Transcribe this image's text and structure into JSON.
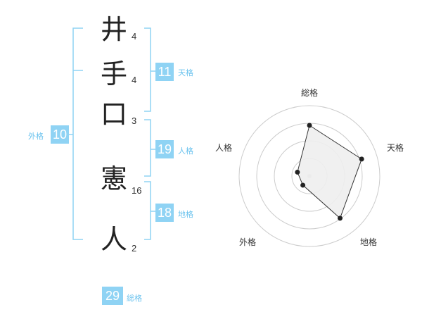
{
  "name_chars": [
    {
      "char": "井",
      "strokes": "4"
    },
    {
      "char": "手",
      "strokes": "4"
    },
    {
      "char": "口",
      "strokes": "3"
    },
    {
      "char": "憲",
      "strokes": "16"
    },
    {
      "char": "人",
      "strokes": "2"
    }
  ],
  "kakusu": {
    "tenkaku": {
      "value": "11",
      "label": "天格"
    },
    "jinkaku": {
      "value": "19",
      "label": "人格"
    },
    "chikaku": {
      "value": "18",
      "label": "地格"
    },
    "gaikaku": {
      "value": "10",
      "label": "外格"
    },
    "soukaku": {
      "value": "29",
      "label": "総格"
    }
  },
  "colors": {
    "accent": "#8fd3f4",
    "accent_text": "#6cc3ee",
    "radar_fill": "#eeeeee",
    "radar_line": "#333333"
  },
  "chart_data": {
    "type": "radar",
    "axes": [
      "総格",
      "天格",
      "地格",
      "外格",
      "人格"
    ],
    "values": [
      0.72,
      0.78,
      0.74,
      0.16,
      0.18
    ],
    "range": [
      0,
      1
    ],
    "rings": 4
  }
}
